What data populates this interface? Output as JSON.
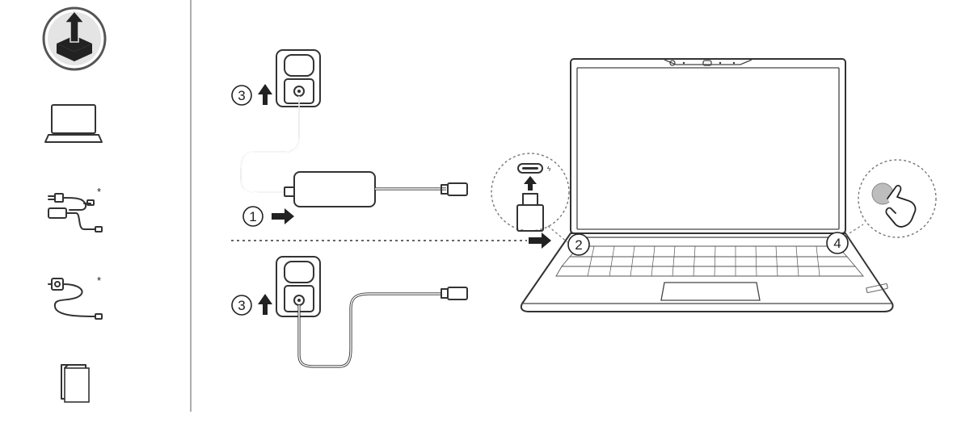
{
  "sidebar": {
    "items": [
      {
        "icon": "unbox-icon"
      },
      {
        "icon": "laptop-icon"
      },
      {
        "icon": "adapter-cable-icon",
        "mark": "*"
      },
      {
        "icon": "compact-charger-icon",
        "mark": "*"
      },
      {
        "icon": "documents-icon"
      }
    ]
  },
  "steps": {
    "step1": "1",
    "step2": "2",
    "step3_top": "3",
    "step3_bottom": "3",
    "step4": "4"
  },
  "colors": {
    "line": "#333333",
    "background": "#ffffff",
    "power_button": "#bdbdbd"
  }
}
